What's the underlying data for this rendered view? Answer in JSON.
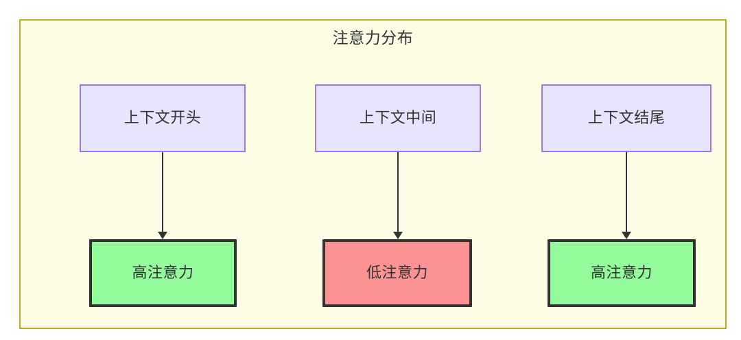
{
  "diagram": {
    "title": "注意力分布",
    "colors": {
      "container_fill": "#fcfce4",
      "container_border": "#b9ac26",
      "source_fill": "#e7e4fd",
      "source_border": "#9d79e0",
      "high_fill": "#93fb9b",
      "low_fill": "#fd9295",
      "node_border": "#333333",
      "text": "#333333",
      "arrow": "#333333"
    },
    "columns": [
      {
        "source": {
          "label": "上下文开头"
        },
        "result": {
          "label": "高注意力",
          "level": "high"
        }
      },
      {
        "source": {
          "label": "上下文中间"
        },
        "result": {
          "label": "低注意力",
          "level": "low"
        }
      },
      {
        "source": {
          "label": "上下文结尾"
        },
        "result": {
          "label": "高注意力",
          "level": "high"
        }
      }
    ]
  }
}
